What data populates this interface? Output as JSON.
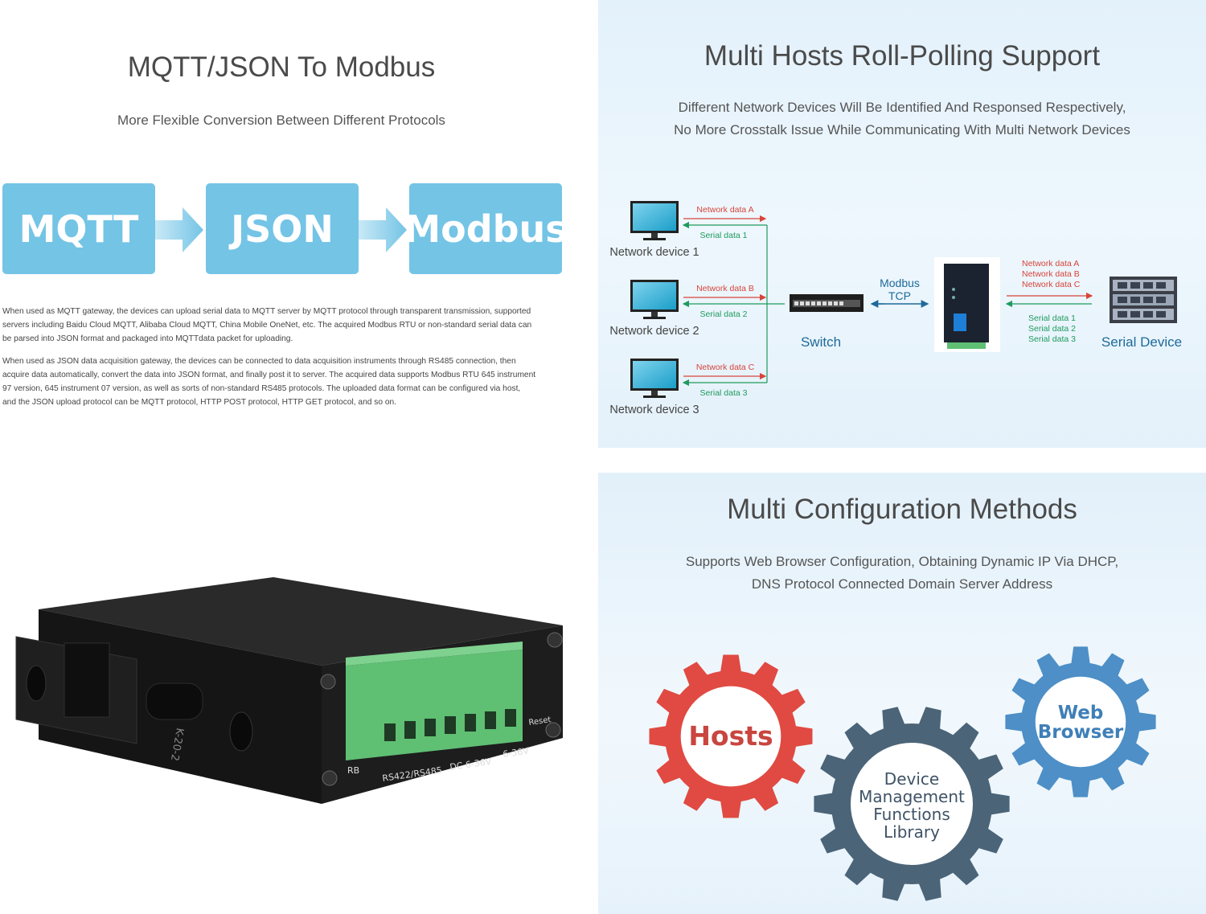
{
  "panel_protocol": {
    "title": "MQTT/JSON To Modbus",
    "subtitle": "More Flexible Conversion Between Different Protocols",
    "flow": [
      "MQTT",
      "JSON",
      "Modbus"
    ],
    "paragraph_1": [
      "When used as MQTT gateway, the devices can upload serial data to MQTT server by MQTT protocol through transparent transmission, supported",
      "servers including Baidu Cloud MQTT, Alibaba Cloud MQTT, China Mobile OneNet, etc. The acquired Modbus RTU or non-standard serial data can",
      "be parsed into JSON format and packaged into MQTTdata packet for uploading."
    ],
    "paragraph_2": [
      "When used as JSON data acquisition gateway, the devices can be connected to data acquisition instruments through RS485 connection, then",
      "acquire data automatically, convert the data into JSON format, and finally post it to server. The acquired data supports Modbus RTU 645 instrument",
      "97 version, 645 instrument 07 version, as well as sorts of non-standard RS485 protocols. The uploaded data format can be configured via host,",
      "and the JSON upload protocol can be MQTT protocol, HTTP POST protocol, HTTP GET protocol, and so on."
    ]
  },
  "panel_polling": {
    "title": "Multi Hosts Roll-Polling Support",
    "subtitle_line1": "Different Network Devices Will Be Identified And Responsed Respectively,",
    "subtitle_line2": "No More Crosstalk Issue While Communicating With Multi Network Devices",
    "devices": [
      {
        "label": "Network device 1",
        "network_data": "Network data A",
        "serial_data": "Serial data 1"
      },
      {
        "label": "Network device 2",
        "network_data": "Network data B",
        "serial_data": "Serial data 2"
      },
      {
        "label": "Network device 3",
        "network_data": "Network data C",
        "serial_data": "Serial data 3"
      }
    ],
    "switch_label": "Switch",
    "link_label_1": "Modbus",
    "link_label_2": "TCP",
    "right_network": [
      "Network data A",
      "Network data B",
      "Network data C"
    ],
    "right_serial": [
      "Serial data 1",
      "Serial data 2",
      "Serial data 3"
    ],
    "serial_device_label": "Serial Device"
  },
  "panel_hardware": {
    "labels": [
      "RB",
      "RS422/RS485",
      "DC 6-36V",
      "6-36V",
      "Reset",
      "K-20-2"
    ]
  },
  "panel_config": {
    "title": "Multi Configuration Methods",
    "subtitle_line1": "Supports Web Browser Configuration, Obtaining Dynamic IP Via DHCP,",
    "subtitle_line2": "DNS Protocol Connected Domain Server Address",
    "gear_hosts": "Hosts",
    "gear_device": [
      "Device",
      "Management",
      "Functions",
      "Library"
    ],
    "gear_web": [
      "Web",
      "Browser"
    ]
  },
  "colors": {
    "flow_box": "#74c4e6",
    "network_red": "#d8443a",
    "serial_green": "#1f9a5e",
    "link_blue": "#1d6a9a",
    "gear_red": "#e04a42",
    "gear_slate": "#4b6478",
    "gear_blue": "#4d8fc6",
    "terminal_green": "#5fbf73"
  }
}
